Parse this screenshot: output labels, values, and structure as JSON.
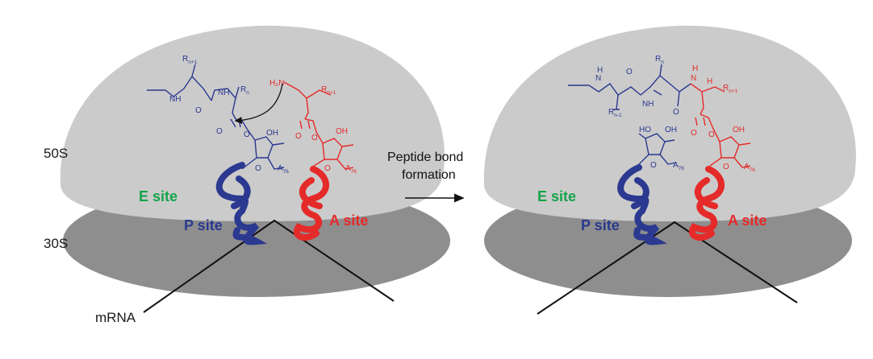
{
  "colors": {
    "large_subunit": "#cbcbcb",
    "small_subunit": "#8e8e8e",
    "p_site": "#2b3990",
    "a_site": "#e52a2a",
    "e_site": "#15a34a",
    "mrna": "#111111"
  },
  "labels": {
    "large": "50S",
    "small": "30S",
    "mrna": "mRNA",
    "e_site": "E site",
    "p_site": "P site",
    "a_site": "A site",
    "arrow_line1": "Peptide bond",
    "arrow_line2": "formation"
  },
  "chem": {
    "R": "R",
    "sub_n": "n",
    "sub_n1": "n+1",
    "sub_n_1": "n-1",
    "NH": "NH",
    "H2N": "H₂N",
    "N": "N",
    "H": "H",
    "O": "O",
    "OH": "OH",
    "HO": "HO",
    "A": "A",
    "sub_76": "76"
  }
}
